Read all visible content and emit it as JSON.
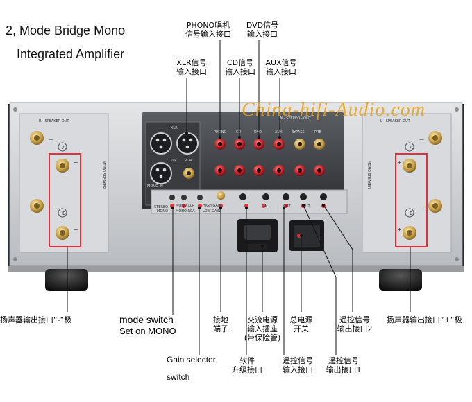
{
  "heading": {
    "line1": "2, Mode Bridge Mono",
    "line2": "Integrated Amplifier"
  },
  "watermark": "China-hifi-Audio.com",
  "top_labels": {
    "phono": "PHONO唱机\n信号输入接口",
    "dvd": "DVD信号\n输入接口",
    "xlr": "XLR信号\n输入接口",
    "cd": "CD信号\n输入接口",
    "aux": "AUX信号\n输入接口"
  },
  "bottom_labels": {
    "speaker_minus": "扬声器输出接口“-”极",
    "mode_switch": "mode switch",
    "mode_set": "Set on MONO",
    "gain_selector": "Gain selector",
    "gain_switch": "switch",
    "ground": "接地\n端子",
    "software": "软件\n升级接口",
    "ac_power": "交流电源\n输入插座\n(带保险管)",
    "remote_in": "遥控信号\n输入接口",
    "power_switch": "总电源\n开关",
    "remote_out1": "遥控信号\n输出接口1",
    "remote_out2": "遥控信号\n输出接口2",
    "speaker_plus": "扬声器输出接口”+”极"
  },
  "panel": {
    "r_speaker_out": "R - SPEAKER OUT",
    "l_speaker_out": "L - SPEAKER OUT",
    "mono_speaker": "MONO SPEAKER",
    "in_stereo_out": "IN - STEREO - OUT",
    "jack_labels": [
      "PHONO",
      "CD",
      "DVD",
      "AUX",
      "BYPASS",
      "PRE"
    ],
    "xlr": "XLR",
    "rca": "RCA",
    "mono_in": "MONO IN",
    "stereo": "STEREO",
    "mono": "MONO",
    "mono_xlr": "MONO XLR",
    "mono_rca": "MONO RCA",
    "high_gain": "HIGH GAIN",
    "low_gain": "LOW GAIN",
    "in": "IN",
    "out": "OUT",
    "a": "A",
    "b": "B",
    "plus": "+",
    "minus": "—"
  },
  "colors": {
    "callout_line": "#111111",
    "highlight_box": "#e0303a",
    "watermark": "#e8a21a",
    "panel_silver": "#cfd1d4",
    "binding_post_gold": "#c9a24b",
    "rca_red": "#c0232b",
    "rca_gold": "#d4b25a"
  }
}
